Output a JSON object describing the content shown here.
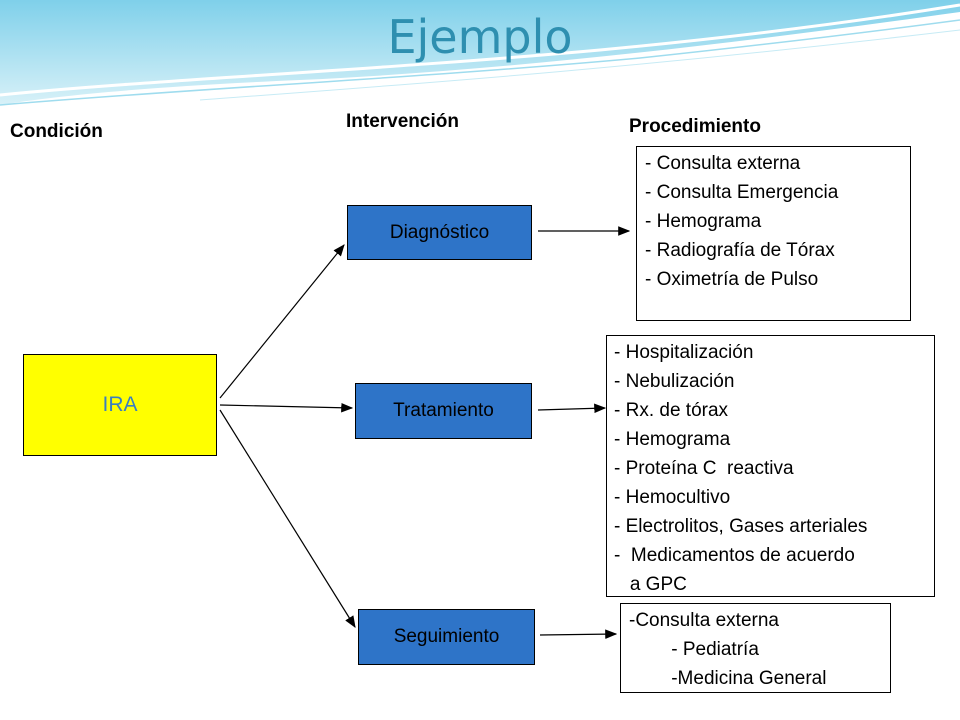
{
  "title": "Ejemplo",
  "headers": {
    "condition": "Condición",
    "intervention": "Intervención",
    "procedure": "Procedimiento"
  },
  "condition_box": "IRA",
  "interventions": [
    "Diagnóstico",
    "Tratamiento",
    "Seguimiento"
  ],
  "procedures": {
    "diagnostico": [
      "- Consulta externa",
      "- Consulta Emergencia",
      "- Hemograma",
      "- Radiografía de Tórax",
      "- Oximetría de Pulso"
    ],
    "tratamiento": [
      "- Hospitalización",
      "- Nebulización",
      "- Rx. de tórax",
      "- Hemograma",
      "- Proteína C  reactiva",
      "- Hemocultivo",
      "- Electrolitos, Gases arteriales",
      "-  Medicamentos de acuerdo",
      "   a GPC"
    ],
    "seguimiento": [
      "-Consulta externa",
      "        - Pediatría",
      "        -Medicina General"
    ]
  },
  "colors": {
    "title": "#2e8fb0",
    "condition_fill": "#ffff00",
    "condition_text": "#3a7fc0",
    "intervention_fill": "#2e74c8"
  }
}
